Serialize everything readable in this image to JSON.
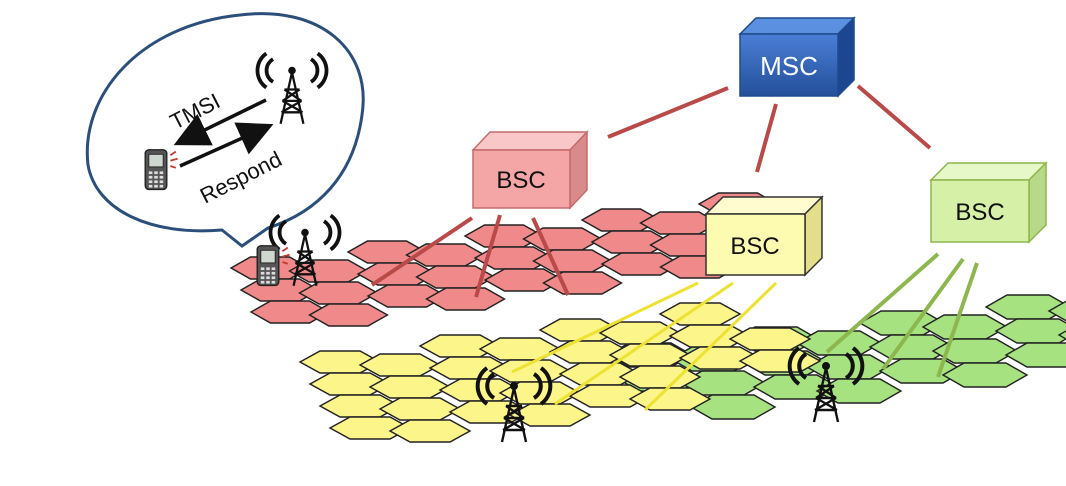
{
  "nodes": {
    "msc": {
      "label": "MSC",
      "color": "#2f63b7"
    },
    "bsc_red": {
      "label": "BSC",
      "color": "#f4a6a6"
    },
    "bsc_yellow": {
      "label": "BSC",
      "color": "#fdfbb0"
    },
    "bsc_green": {
      "label": "BSC",
      "color": "#d6f0a8"
    }
  },
  "bubble": {
    "message_to_phone": "TMSI",
    "message_to_tower": "Respond"
  },
  "colors": {
    "red_cells": "#f08a8a",
    "yellow_cells": "#fbf58a",
    "green_cells": "#a6e280",
    "red_link": "#b94a4a",
    "yellow_link": "#ede232",
    "green_link": "#8db64e"
  }
}
